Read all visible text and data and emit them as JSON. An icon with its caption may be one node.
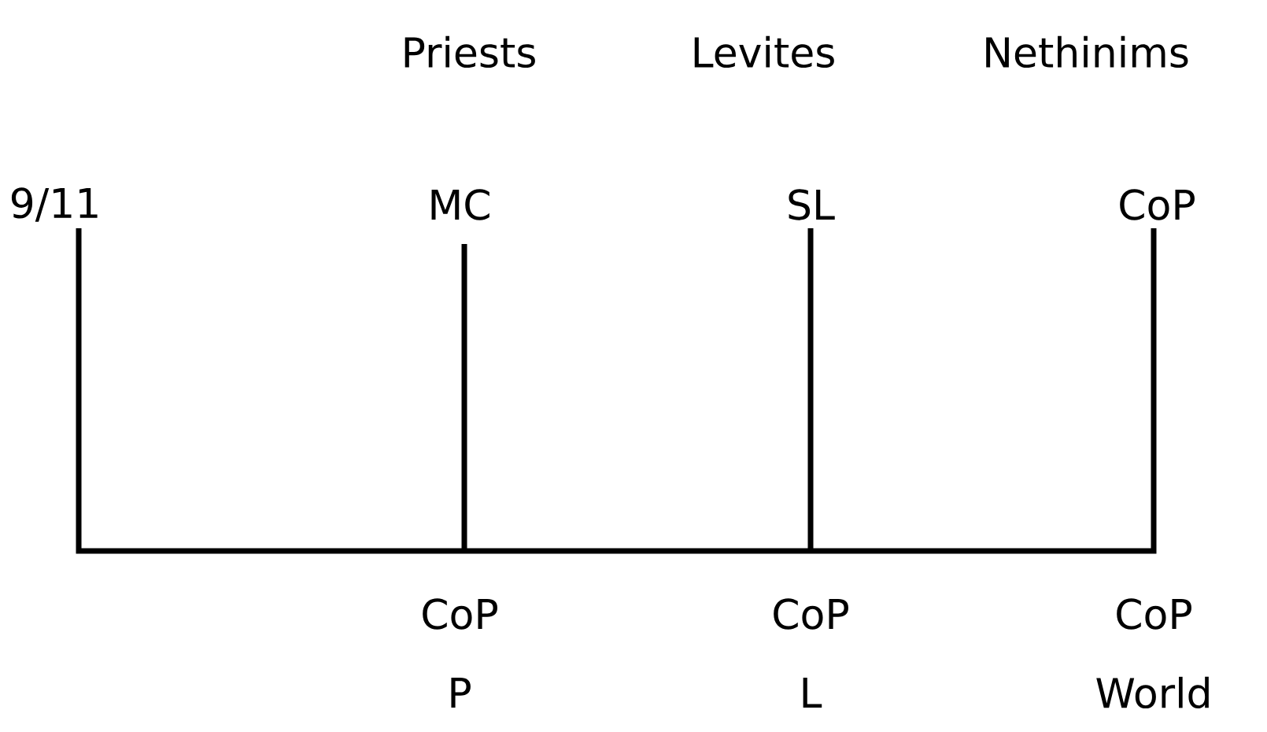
{
  "diagram": {
    "labels": [
      "Priests",
      "Levites",
      "Nethinims",
      "9/11",
      "MC",
      "SL",
      "CoP",
      "CoP",
      "CoP",
      "CoP",
      "P",
      "L",
      "World"
    ]
  }
}
